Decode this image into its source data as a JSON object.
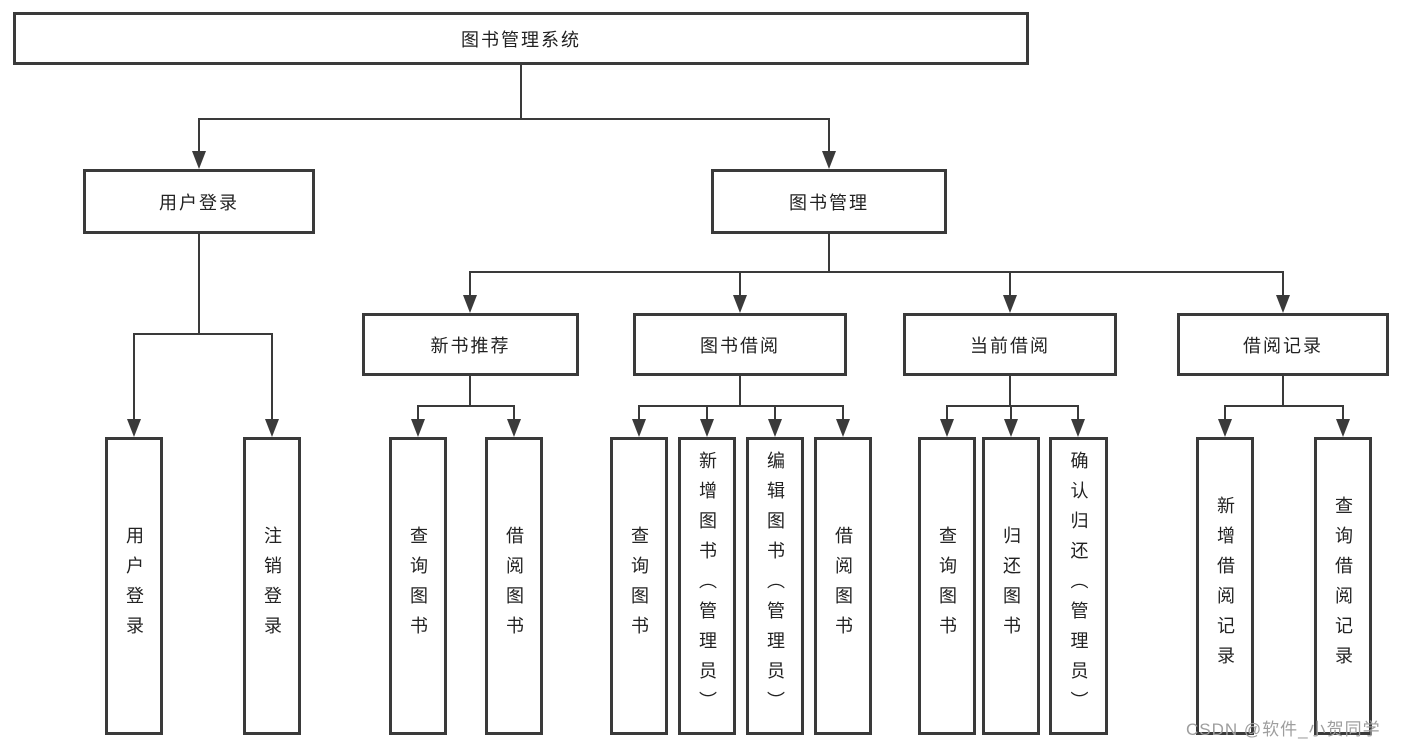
{
  "diagram": {
    "type": "hierarchy-tree",
    "root": {
      "label": "图书管理系统",
      "children": [
        {
          "label": "用户登录",
          "children": [
            {
              "label": "用户登录"
            },
            {
              "label": "注销登录"
            }
          ]
        },
        {
          "label": "图书管理",
          "children": [
            {
              "label": "新书推荐",
              "children": [
                {
                  "label": "查询图书"
                },
                {
                  "label": "借阅图书"
                }
              ]
            },
            {
              "label": "图书借阅",
              "children": [
                {
                  "label": "查询图书"
                },
                {
                  "label": "新增图书（管理员）"
                },
                {
                  "label": "编辑图书（管理员）"
                },
                {
                  "label": "借阅图书"
                }
              ]
            },
            {
              "label": "当前借阅",
              "children": [
                {
                  "label": "查询图书"
                },
                {
                  "label": "归还图书"
                },
                {
                  "label": "确认归还（管理员）"
                }
              ]
            },
            {
              "label": "借阅记录",
              "children": [
                {
                  "label": "新增借阅记录"
                },
                {
                  "label": "查询借阅记录"
                }
              ]
            }
          ]
        }
      ]
    },
    "colors": {
      "line": "#3a3a3a",
      "box_border": "#3a3a3a",
      "box_fill": "#ffffff",
      "text": "#222222",
      "watermark": "#9e9e9e",
      "background": "#ffffff"
    }
  },
  "watermark": "CSDN @软件_小贺同学"
}
